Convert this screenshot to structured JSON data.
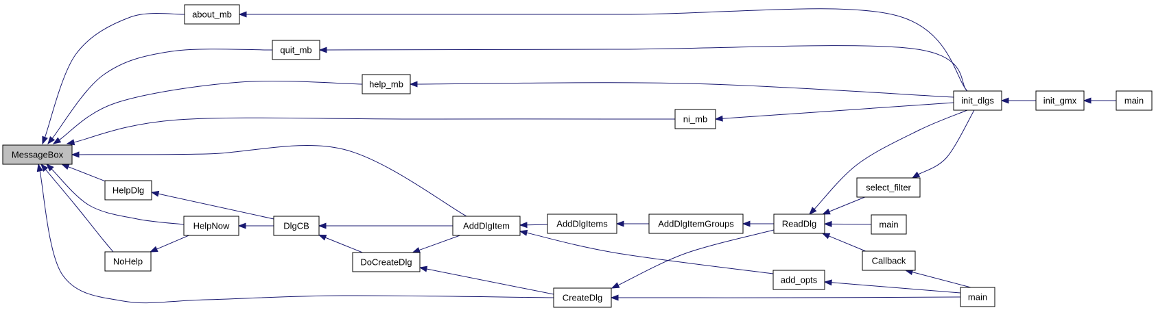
{
  "graph": {
    "colors": {
      "edge": "#191970",
      "node_border": "#000000",
      "node_fill": "#ffffff",
      "root_fill": "#bfbfbf"
    },
    "nodes": [
      {
        "id": "MessageBox",
        "label": "MessageBox",
        "root": true
      },
      {
        "id": "about_mb",
        "label": "about_mb"
      },
      {
        "id": "quit_mb",
        "label": "quit_mb"
      },
      {
        "id": "help_mb",
        "label": "help_mb"
      },
      {
        "id": "ni_mb",
        "label": "ni_mb"
      },
      {
        "id": "HelpDlg",
        "label": "HelpDlg"
      },
      {
        "id": "HelpNow",
        "label": "HelpNow"
      },
      {
        "id": "NoHelp",
        "label": "NoHelp"
      },
      {
        "id": "DlgCB",
        "label": "DlgCB"
      },
      {
        "id": "DoCreateDlg",
        "label": "DoCreateDlg"
      },
      {
        "id": "AddDlgItem",
        "label": "AddDlgItem"
      },
      {
        "id": "AddDlgItems",
        "label": "AddDlgItems"
      },
      {
        "id": "AddDlgItemGroups",
        "label": "AddDlgItemGroups"
      },
      {
        "id": "ReadDlg",
        "label": "ReadDlg"
      },
      {
        "id": "CreateDlg",
        "label": "CreateDlg"
      },
      {
        "id": "add_opts",
        "label": "add_opts"
      },
      {
        "id": "init_dlgs",
        "label": "init_dlgs"
      },
      {
        "id": "select_filter",
        "label": "select_filter"
      },
      {
        "id": "main_readdlg",
        "label": "main"
      },
      {
        "id": "Callback",
        "label": "Callback"
      },
      {
        "id": "main_bottom",
        "label": "main"
      },
      {
        "id": "init_gmx",
        "label": "init_gmx"
      },
      {
        "id": "main_gmx",
        "label": "main"
      }
    ],
    "edges": [
      {
        "from": "about_mb",
        "to": "MessageBox"
      },
      {
        "from": "quit_mb",
        "to": "MessageBox"
      },
      {
        "from": "help_mb",
        "to": "MessageBox"
      },
      {
        "from": "ni_mb",
        "to": "MessageBox"
      },
      {
        "from": "AddDlgItem",
        "to": "MessageBox"
      },
      {
        "from": "HelpDlg",
        "to": "MessageBox"
      },
      {
        "from": "HelpNow",
        "to": "MessageBox"
      },
      {
        "from": "NoHelp",
        "to": "MessageBox"
      },
      {
        "from": "CreateDlg",
        "to": "MessageBox"
      },
      {
        "from": "init_dlgs",
        "to": "about_mb"
      },
      {
        "from": "init_dlgs",
        "to": "quit_mb"
      },
      {
        "from": "init_dlgs",
        "to": "help_mb"
      },
      {
        "from": "init_dlgs",
        "to": "ni_mb"
      },
      {
        "from": "DlgCB",
        "to": "HelpDlg"
      },
      {
        "from": "DlgCB",
        "to": "HelpNow"
      },
      {
        "from": "HelpNow",
        "to": "NoHelp"
      },
      {
        "from": "AddDlgItem",
        "to": "DlgCB"
      },
      {
        "from": "DoCreateDlg",
        "to": "DlgCB"
      },
      {
        "from": "AddDlgItem",
        "to": "DoCreateDlg"
      },
      {
        "from": "CreateDlg",
        "to": "DoCreateDlg"
      },
      {
        "from": "AddDlgItems",
        "to": "AddDlgItem"
      },
      {
        "from": "add_opts",
        "to": "AddDlgItem"
      },
      {
        "from": "AddDlgItemGroups",
        "to": "AddDlgItems"
      },
      {
        "from": "ReadDlg",
        "to": "AddDlgItemGroups"
      },
      {
        "from": "init_dlgs",
        "to": "ReadDlg"
      },
      {
        "from": "select_filter",
        "to": "ReadDlg"
      },
      {
        "from": "main_readdlg",
        "to": "ReadDlg"
      },
      {
        "from": "Callback",
        "to": "ReadDlg"
      },
      {
        "from": "ReadDlg",
        "to": "CreateDlg"
      },
      {
        "from": "main_bottom",
        "to": "CreateDlg"
      },
      {
        "from": "main_bottom",
        "to": "add_opts"
      },
      {
        "from": "main_bottom",
        "to": "Callback"
      },
      {
        "from": "init_dlgs",
        "to": "select_filter"
      },
      {
        "from": "init_gmx",
        "to": "init_dlgs"
      },
      {
        "from": "main_gmx",
        "to": "init_gmx"
      }
    ]
  }
}
